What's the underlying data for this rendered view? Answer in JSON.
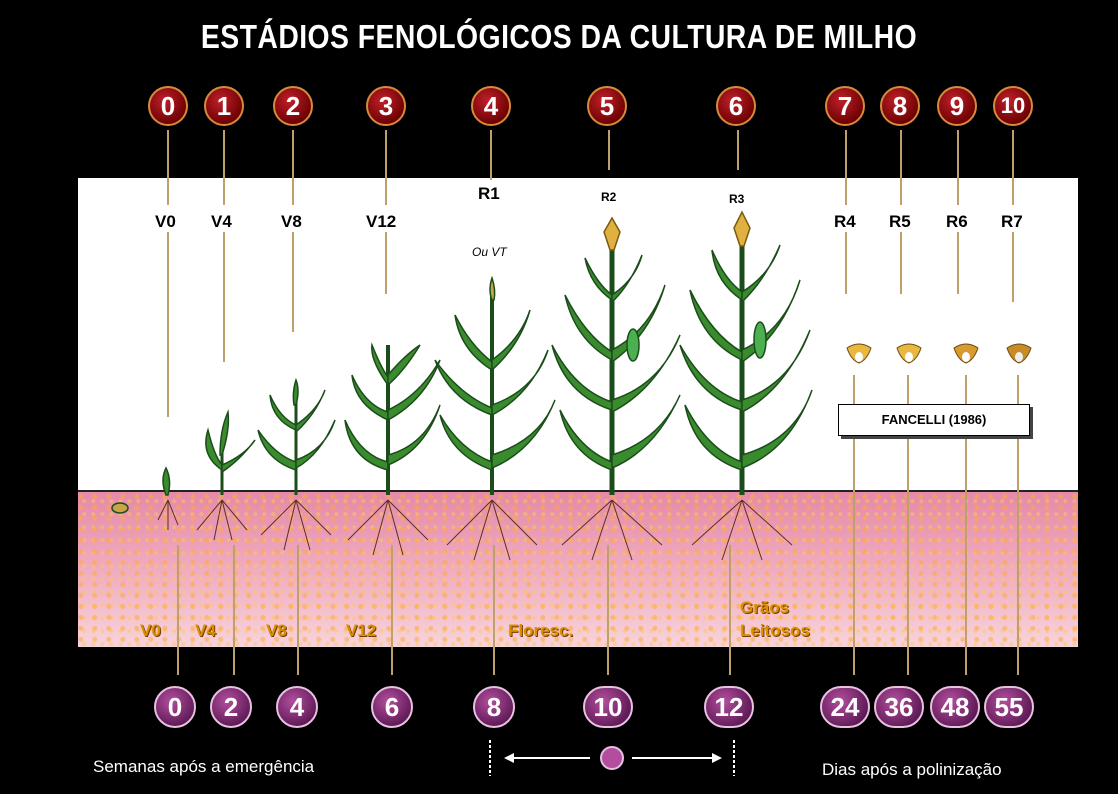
{
  "title": "ESTÁDIOS FENOLÓGICOS  DA CULTURA DE MILHO",
  "top_numbers": [
    "0",
    "1",
    "2",
    "3",
    "4",
    "5",
    "6",
    "7",
    "8",
    "9",
    "10"
  ],
  "stages": {
    "v0": "V0",
    "v4": "V4",
    "v8": "V8",
    "v12": "V12",
    "r1": "R1",
    "r1_alt": "Ou VT",
    "r2": "R2",
    "r3": "R3",
    "r4": "R4",
    "r5": "R5",
    "r6": "R6",
    "r7": "R7"
  },
  "soil_labels": {
    "v0": "V0",
    "v4": "V4",
    "v8": "V8",
    "v12": "V12",
    "flowering": "Floresc.",
    "milky_1": "Grãos",
    "milky_2": "Leitosos"
  },
  "reference": "FANCELLI (1986)",
  "bottom_numbers": [
    "0",
    "2",
    "4",
    "6",
    "8",
    "10",
    "12",
    "24",
    "36",
    "48",
    "55"
  ],
  "captions": {
    "weeks": "Semanas após a emergência",
    "days": "Dias após a polinização"
  },
  "colors": {
    "background": "#000000",
    "top_circle": "#8b0000",
    "bottom_circle": "#7a2a70",
    "soil": "#f0a8c0",
    "plant": "#2e7d32",
    "soil_label": "#d99000"
  }
}
